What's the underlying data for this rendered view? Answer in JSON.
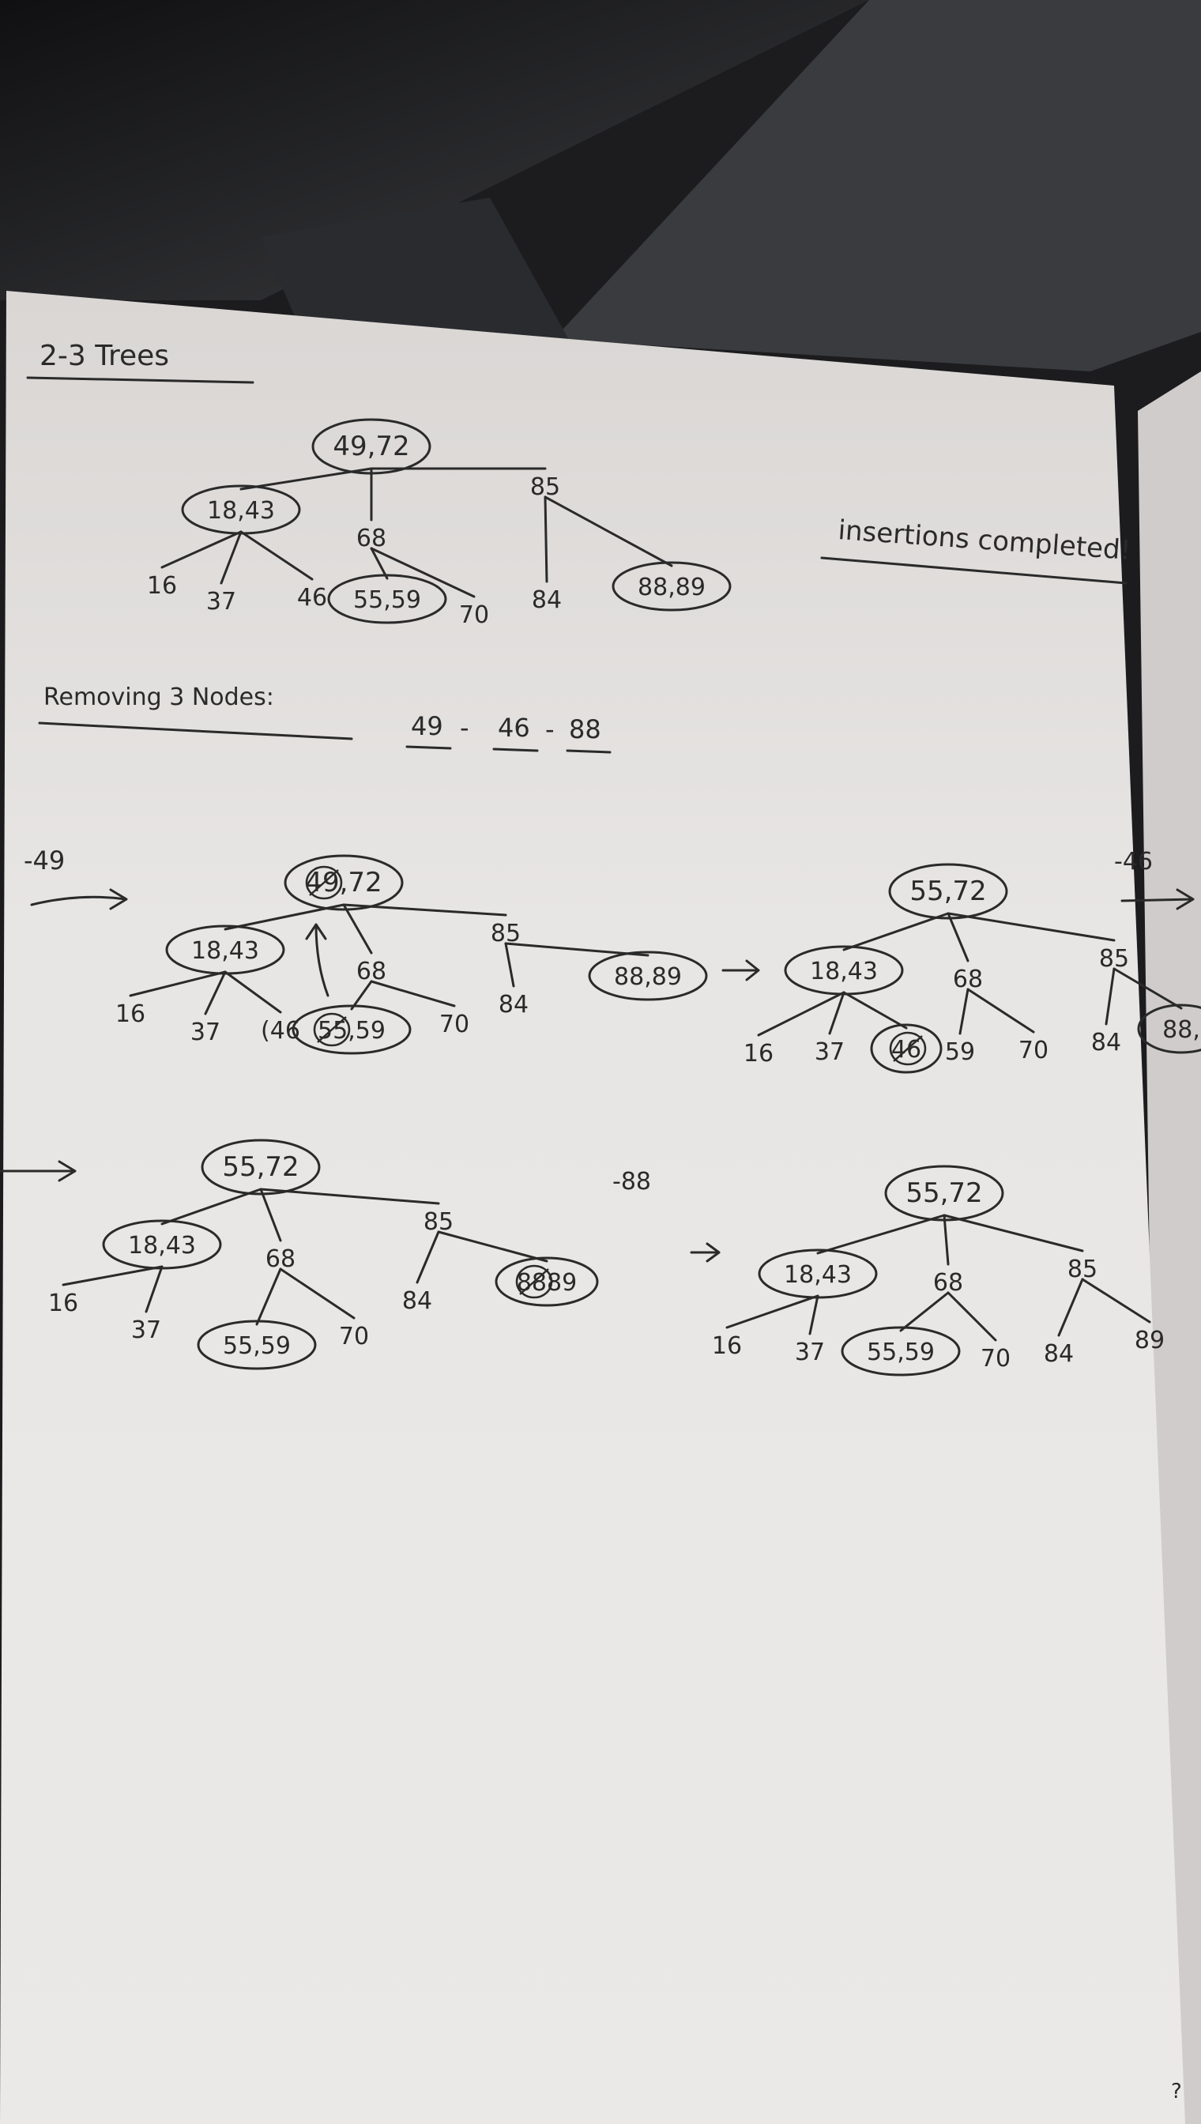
{
  "heading": "2-3 Trees",
  "status_note": "insertions completed!",
  "removal_heading": "Removing 3 Nodes:",
  "removal_sequence": [
    "49",
    "46",
    "88"
  ],
  "removal_separator": "-",
  "steps": [
    {
      "id": "tree-insertions",
      "ops": [],
      "nodes": [
        {
          "id": "root",
          "label": "49,72",
          "oval": true,
          "children": [
            "n18",
            "n68",
            "n85"
          ]
        },
        {
          "id": "n18",
          "label": "18,43",
          "oval": true,
          "children": [
            "l16",
            "l37",
            "l46"
          ]
        },
        {
          "id": "n68",
          "label": "68",
          "children": [
            "l55",
            "l70"
          ]
        },
        {
          "id": "n85",
          "label": "85",
          "children": [
            "l84",
            "l88"
          ]
        },
        {
          "id": "l16",
          "label": "16"
        },
        {
          "id": "l37",
          "label": "37"
        },
        {
          "id": "l46",
          "label": "46"
        },
        {
          "id": "l55",
          "label": "55,59",
          "oval": true
        },
        {
          "id": "l70",
          "label": "70"
        },
        {
          "id": "l84",
          "label": "84"
        },
        {
          "id": "l88",
          "label": "88,89",
          "oval": true
        }
      ]
    },
    {
      "id": "tree-remove-49",
      "ops": [
        "-49"
      ],
      "nodes": [
        {
          "id": "root",
          "label": ",72",
          "struck": "49",
          "oval": true,
          "children": [
            "n18",
            "n68",
            "n85"
          ]
        },
        {
          "id": "n18",
          "label": "18,43",
          "oval": true,
          "children": [
            "l16",
            "l37",
            "l46"
          ]
        },
        {
          "id": "n68",
          "label": "68",
          "children": [
            "l55",
            "l70"
          ]
        },
        {
          "id": "n85",
          "label": "85",
          "children": [
            "l84",
            "l88"
          ]
        },
        {
          "id": "l16",
          "label": "16"
        },
        {
          "id": "l37",
          "label": "37"
        },
        {
          "id": "l46",
          "label": "(46"
        },
        {
          "id": "l55",
          "label": ",59",
          "struck": "55",
          "oval": true
        },
        {
          "id": "l70",
          "label": "70"
        },
        {
          "id": "l84",
          "label": "84"
        },
        {
          "id": "l88",
          "label": "88,89",
          "oval": true
        }
      ]
    },
    {
      "id": "tree-after-49",
      "ops": [
        "-46"
      ],
      "nodes": [
        {
          "id": "root",
          "label": "55,72",
          "oval": true,
          "children": [
            "n18",
            "n68",
            "n85"
          ]
        },
        {
          "id": "n18",
          "label": "18,43",
          "oval": true,
          "children": [
            "l16",
            "l37",
            "l46"
          ]
        },
        {
          "id": "n68",
          "label": "68",
          "children": [
            "l59",
            "l70"
          ]
        },
        {
          "id": "n85",
          "label": "85",
          "children": [
            "l84",
            "l88"
          ]
        },
        {
          "id": "l16",
          "label": "16"
        },
        {
          "id": "l37",
          "label": "37"
        },
        {
          "id": "l46",
          "label": "",
          "struck": "46",
          "oval": true
        },
        {
          "id": "l59",
          "label": "59"
        },
        {
          "id": "l70",
          "label": "70"
        },
        {
          "id": "l84",
          "label": "84"
        },
        {
          "id": "l88",
          "label": "88,",
          "oval": true
        }
      ]
    },
    {
      "id": "tree-after-46",
      "ops": [
        "-88"
      ],
      "nodes": [
        {
          "id": "root",
          "label": "55,72",
          "oval": true,
          "children": [
            "n18",
            "n68",
            "n85"
          ]
        },
        {
          "id": "n18",
          "label": "18,43",
          "oval": true,
          "children": [
            "l16",
            "l37"
          ]
        },
        {
          "id": "n68",
          "label": "68",
          "children": [
            "l55",
            "l70"
          ]
        },
        {
          "id": "n85",
          "label": "85",
          "children": [
            "l84",
            "l88"
          ]
        },
        {
          "id": "l16",
          "label": "16"
        },
        {
          "id": "l37",
          "label": "37"
        },
        {
          "id": "l55",
          "label": "55,59",
          "oval": true
        },
        {
          "id": "l70",
          "label": "70"
        },
        {
          "id": "l84",
          "label": "84"
        },
        {
          "id": "l88",
          "label": "89",
          "struck": "88",
          "oval": true
        }
      ]
    },
    {
      "id": "tree-after-88",
      "ops": [],
      "nodes": [
        {
          "id": "root",
          "label": "55,72",
          "oval": true,
          "children": [
            "n18",
            "n68",
            "n85"
          ]
        },
        {
          "id": "n18",
          "label": "18,43",
          "oval": true,
          "children": [
            "l16",
            "l37"
          ]
        },
        {
          "id": "n68",
          "label": "68",
          "children": [
            "l55",
            "l70"
          ]
        },
        {
          "id": "n85",
          "label": "85",
          "children": [
            "l84",
            "l89"
          ]
        },
        {
          "id": "l16",
          "label": "16"
        },
        {
          "id": "l37",
          "label": "37"
        },
        {
          "id": "l55",
          "label": "55,59",
          "oval": true
        },
        {
          "id": "l70",
          "label": "70"
        },
        {
          "id": "l84",
          "label": "84"
        },
        {
          "id": "l89",
          "label": "89"
        }
      ]
    }
  ],
  "colors": {
    "ink": "#2a2a2a",
    "paper": "#e6e4e2",
    "desk": "#1c1c1e",
    "laptop": "#3a3b3e"
  }
}
